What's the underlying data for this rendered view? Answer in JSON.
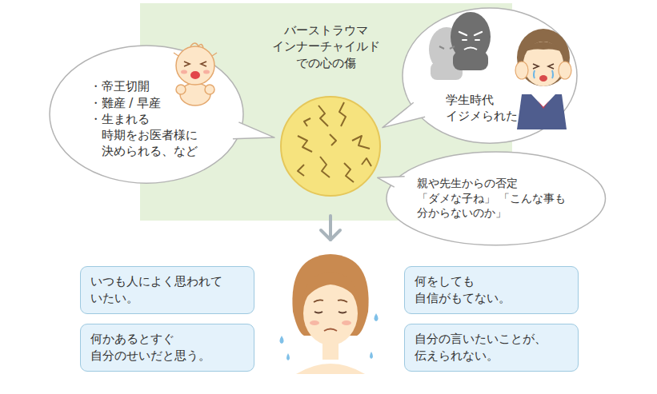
{
  "diagram": {
    "nodes": [
      {
        "text": [
          "バーストラウマ インナーチャイルド での心の傷"
        ]
      },
      {
        "text": [
          "・帝王切開",
          "・難産 / 早産",
          "・生まれる 時期をお医者様に 決められる、など"
        ]
      },
      {
        "text": [
          "学生時代 イジメられた"
        ]
      },
      {
        "text": [
          "親や先生からの否定 「ダメな子ね」 「こんな事も 分からないのか」"
        ]
      },
      {
        "text": [
          "いつも人によく思われて いたい。"
        ]
      },
      {
        "text": [
          "何をしても 自信がもてない。"
        ]
      },
      {
        "text": [
          "何かあるとすぐ 自分のせいだと思う。"
        ]
      },
      {
        "text": [
          "自分の言いたいことが、 伝えられない。"
        ]
      }
    ]
  }
}
